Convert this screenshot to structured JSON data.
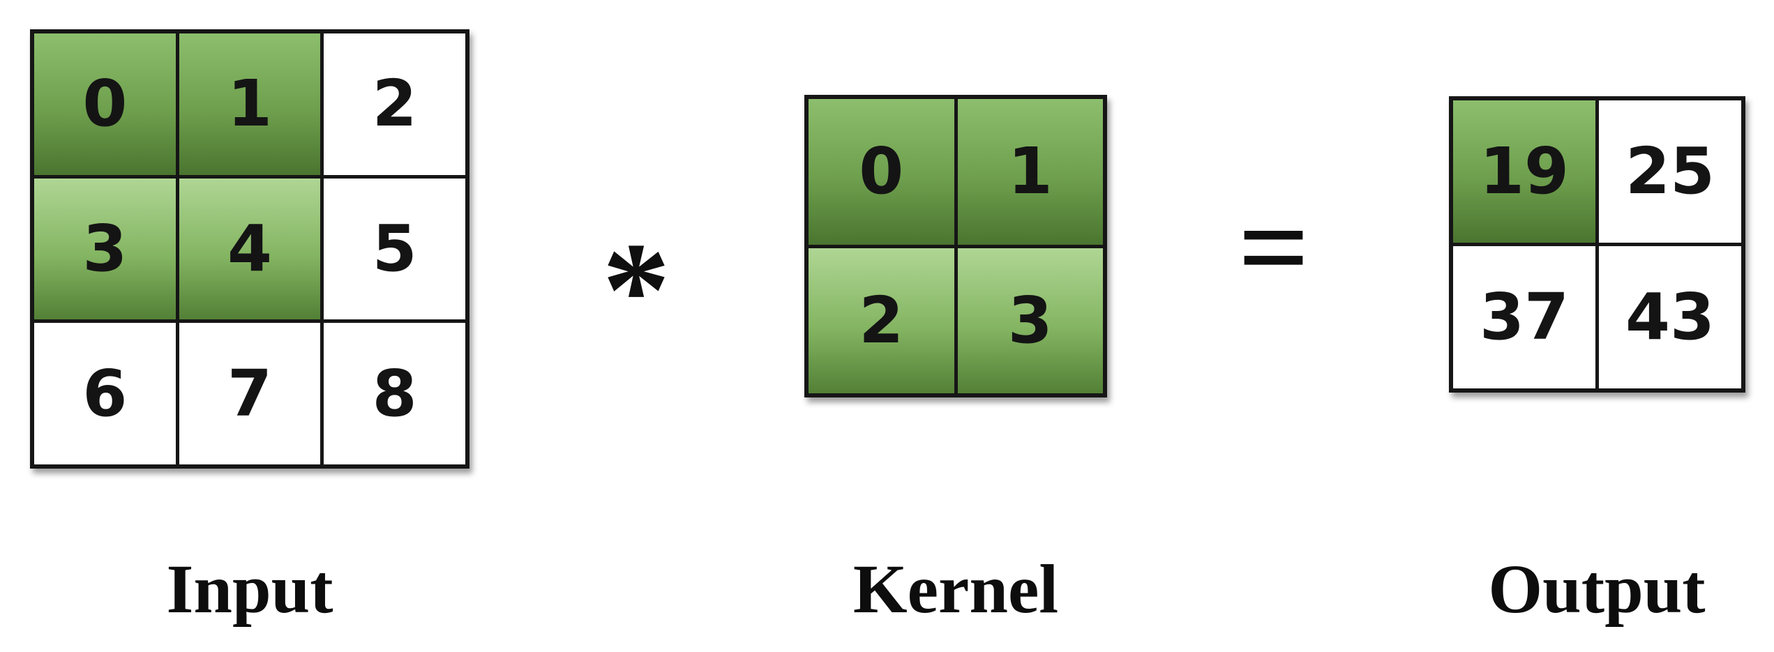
{
  "grids": {
    "input": {
      "label": "Input",
      "rows": 3,
      "cols": 3,
      "cells": [
        [
          {
            "value": "0",
            "highlighted": true,
            "tint": "dark"
          },
          {
            "value": "1",
            "highlighted": true,
            "tint": "dark"
          },
          {
            "value": "2",
            "highlighted": false,
            "tint": null
          }
        ],
        [
          {
            "value": "3",
            "highlighted": true,
            "tint": "light"
          },
          {
            "value": "4",
            "highlighted": true,
            "tint": "light"
          },
          {
            "value": "5",
            "highlighted": false,
            "tint": null
          }
        ],
        [
          {
            "value": "6",
            "highlighted": false,
            "tint": null
          },
          {
            "value": "7",
            "highlighted": false,
            "tint": null
          },
          {
            "value": "8",
            "highlighted": false,
            "tint": null
          }
        ]
      ]
    },
    "kernel": {
      "label": "Kernel",
      "rows": 2,
      "cols": 2,
      "cells": [
        [
          {
            "value": "0",
            "highlighted": true,
            "tint": "dark"
          },
          {
            "value": "1",
            "highlighted": true,
            "tint": "dark"
          }
        ],
        [
          {
            "value": "2",
            "highlighted": true,
            "tint": "light"
          },
          {
            "value": "3",
            "highlighted": true,
            "tint": "light"
          }
        ]
      ]
    },
    "output": {
      "label": "Output",
      "rows": 2,
      "cols": 2,
      "cells": [
        [
          {
            "value": "19",
            "highlighted": true,
            "tint": "dark"
          },
          {
            "value": "25",
            "highlighted": false,
            "tint": null
          }
        ],
        [
          {
            "value": "37",
            "highlighted": false,
            "tint": null
          },
          {
            "value": "43",
            "highlighted": false,
            "tint": null
          }
        ]
      ]
    }
  },
  "operators": {
    "convolution": "*",
    "equals": "="
  },
  "colors": {
    "green_gradient_dark_top": "#8CBE6D",
    "green_gradient_dark_bottom": "#4A752F",
    "green_gradient_light_top": "#AFD694",
    "green_gradient_light_bottom": "#538036",
    "grid_line": "#161616",
    "text": "#141414",
    "background": "#FFFFFF"
  }
}
